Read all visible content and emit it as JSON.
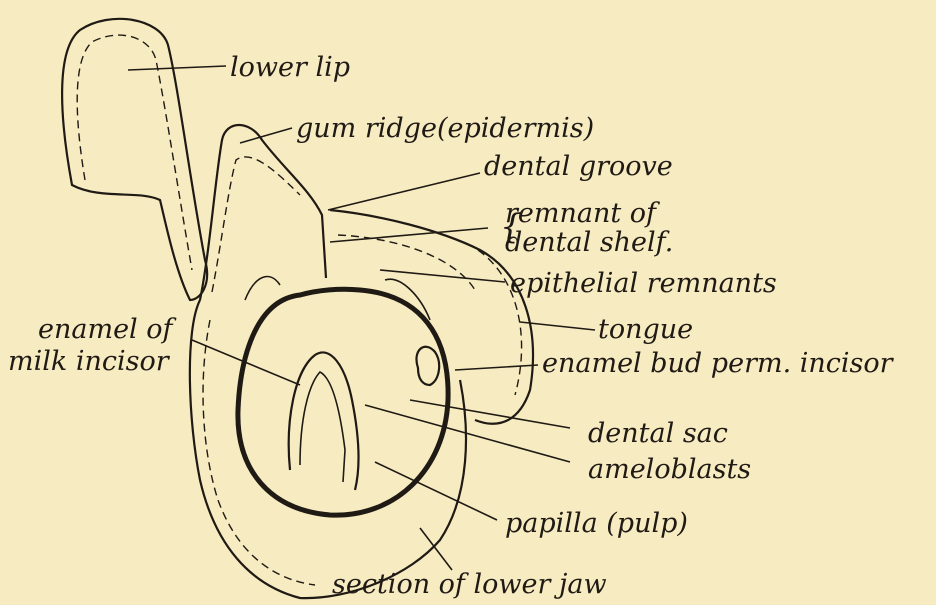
{
  "diagram": {
    "background": "#f7ebc2",
    "ink": "#1f1a14",
    "labels": {
      "lower_lip": "lower lip",
      "gum_ridge": "gum ridge(epidermis)",
      "dental_groove": "dental groove",
      "remnant_line1": "remnant of",
      "remnant_line2": "dental shelf.",
      "epithelial_remnants": "epithelial remnants",
      "tongue": "tongue",
      "enamel_bud": "enamel bud perm. incisor",
      "enamel_milk_line1": "enamel of",
      "enamel_milk_line2": "milk incisor",
      "dental_sac": "dental sac",
      "ameloblasts": "ameloblasts",
      "papilla": "papilla (pulp)",
      "lower_jaw": "section of lower jaw"
    }
  }
}
